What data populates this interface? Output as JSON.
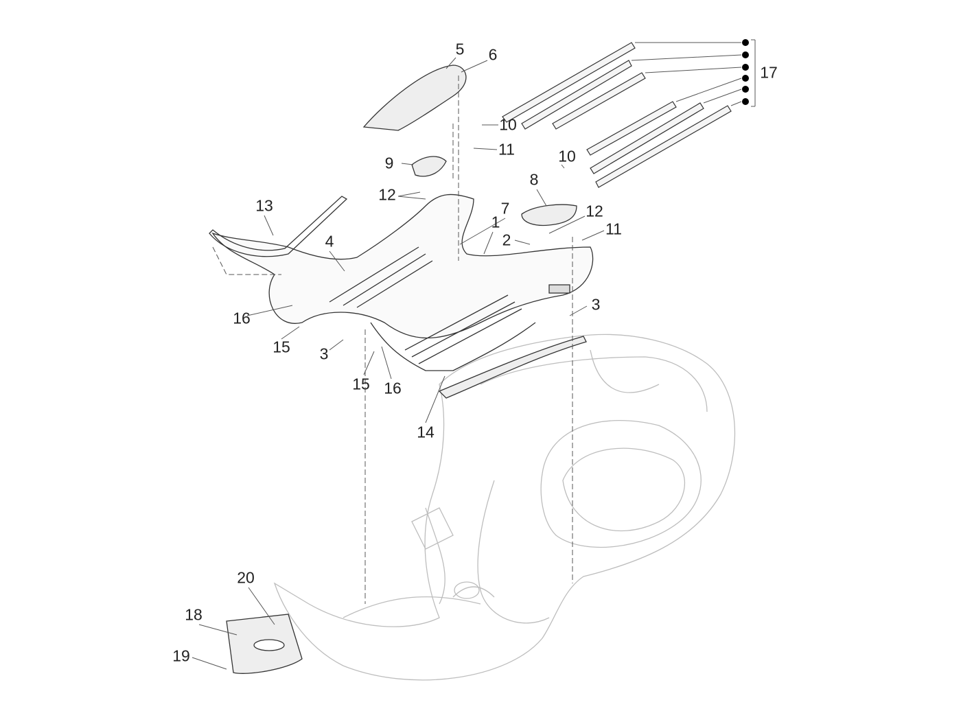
{
  "diagram": {
    "type": "exploded parts diagram",
    "callouts": [
      "1",
      "2",
      "3",
      "3",
      "4",
      "5",
      "6",
      "7",
      "8",
      "9",
      "10",
      "10",
      "11",
      "11",
      "12",
      "12",
      "13",
      "14",
      "15",
      "15",
      "16",
      "16",
      "17",
      "18",
      "19",
      "20"
    ]
  },
  "colors": {
    "line": "#333333",
    "ghost": "#b8b8b8",
    "part_fill": "#f2f2f2"
  }
}
